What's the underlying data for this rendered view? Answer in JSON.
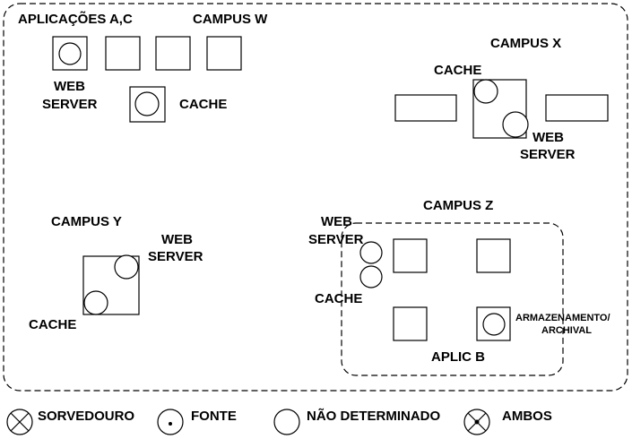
{
  "labels": {
    "aplicacoes_ac": "APLICAÇÕES A,C",
    "campus_w": "CAMPUS W",
    "campus_x": "CAMPUS X",
    "campus_y": "CAMPUS Y",
    "campus_z": "CAMPUS Z",
    "web": "WEB",
    "server": "SERVER",
    "cache": "CACHE",
    "armazenamento": "ARMAZENAMENTO/",
    "archival": "ARCHIVAL",
    "aplic_b": "APLIC B"
  },
  "legend": {
    "sorvedouro": "SORVEDOURO",
    "fonte": "FONTE",
    "nao_determinado": "NÃO DETERMINADO",
    "ambos": "AMBOS"
  }
}
